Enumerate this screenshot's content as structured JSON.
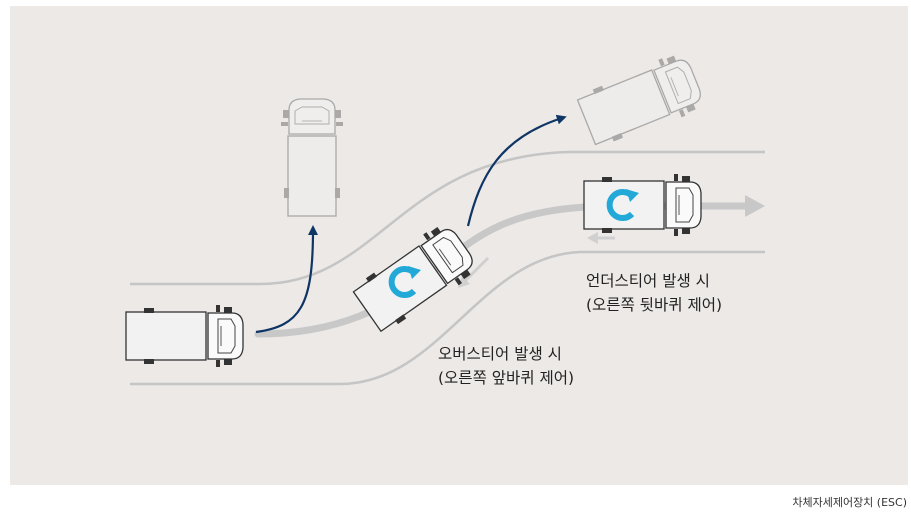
{
  "diagram": {
    "understeer_label": {
      "line1": "언더스티어 발생 시",
      "line2": "(오른쪽 뒷바퀴 제어)"
    },
    "oversteer_label": {
      "line1": "오버스티어 발생 시",
      "line2": "(오른쪽 앞바퀴 제어)"
    },
    "colors": {
      "panel": "#ece9e7",
      "road": "#c5c5c5",
      "path": "#c8c8c8",
      "arrow": "#0f3565",
      "control_marker": "#22a9d8"
    }
  },
  "caption": "차체자세제어장치 (ESC)"
}
